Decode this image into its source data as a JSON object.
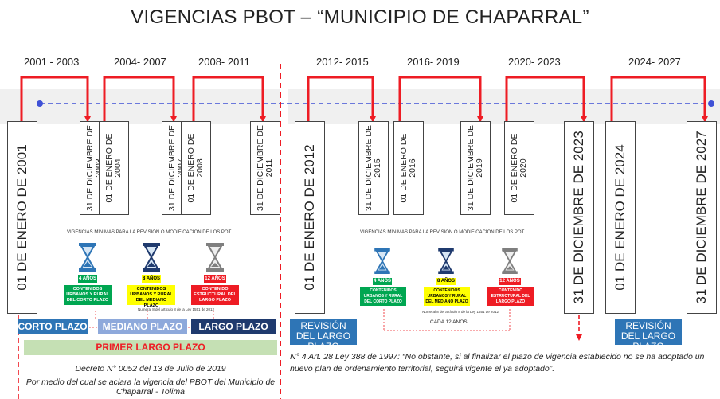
{
  "title": "VIGENCIAS PBOT – “MUNICIPIO DE CHAPARRAL”",
  "periods": [
    "2001 - 2003",
    "2004- 2007",
    "2008- 2011",
    "2012- 2015",
    "2016- 2019",
    "2020- 2023",
    "2024- 2027"
  ],
  "dates": {
    "d2001": "01 DE ENERO DE 2001",
    "d2003": "31 DE DICIEMBRE DE 2003",
    "d2004": "01 DE ENERO DE 2004",
    "d2007": "31 DE DICIEMBRE DE 2007",
    "d2008": "01 DE ENERO DE 2008",
    "d2011": "31 DE DICIEMBRE DE 2011",
    "d2012": "01 DE ENERO DE 2012",
    "d2015": "31 DE DICIEMBRE DE 2015",
    "d2016": "01 DE ENERO DE 2016",
    "d2019": "31 DE DICIEMBRE DE 2019",
    "d2020": "01 DE ENERO DE 2020",
    "d2023": "31 DE DICIEMBRE DE 2023",
    "d2024": "01 DE ENERO DE 2024",
    "d2027": "31 DE DICIEMBRE DE 2027"
  },
  "vigencias_title": "VIGENCIAS MÍNIMAS PARA LA REVISIÓN O MODIFICACIÓN DE LOS POT",
  "plazos": {
    "corto_years": "4 AÑOS",
    "corto_desc": "CONTENIDOS URBANOS Y RURAL DEL CORTO PLAZO",
    "mediano_years": "8 AÑOS",
    "mediano_desc": "CONTENIDOS URBANOS Y RURAL DEL MEDIANO PLAZO",
    "largo_years": "12 AÑOS",
    "largo_desc": "CONTENIDO ESTRUCTURAL DEL LARGO PLAZO"
  },
  "numeral_note": "Numeral 8 del artículo 8 de la Ley 1551 de 2012",
  "cada_12": "CADA 12 AÑOS",
  "labels": {
    "corto": "CORTO PLAZO",
    "mediano": "MEDIANO PLAZO",
    "largo": "LARGO PLAZO",
    "primer_largo": "PRIMER LARGO PLAZO",
    "revision": "REVISIÓN DEL LARGO PLAZO"
  },
  "decreto": "Decreto N° 0052 del 13 de Julio de 2019",
  "decreto_desc": "Por medio del cual se aclara la vigencia del PBOT del Municipio de Chaparral - Tolima",
  "ley_note": "N° 4 Art. 28 Ley 388 de 1997: “No obstante, si al finalizar el plazo de vigencia establecido no se ha adoptado un nuevo plan de ordenamiento territorial, seguirá vigente el ya adoptado”.",
  "colors": {
    "red": "#ee1c24",
    "blue_line": "#3f51d6",
    "dark_blue": "#1f3a6e",
    "mid_blue": "#2e75b6",
    "green": "#00a651",
    "yellow": "#ffff00",
    "light_green": "#c5e0b4",
    "gray_band": "#f0f0f0"
  },
  "icons": [
    "hourglass-blue-icon",
    "hourglass-darkblue-icon",
    "hourglass-gray-icon"
  ]
}
